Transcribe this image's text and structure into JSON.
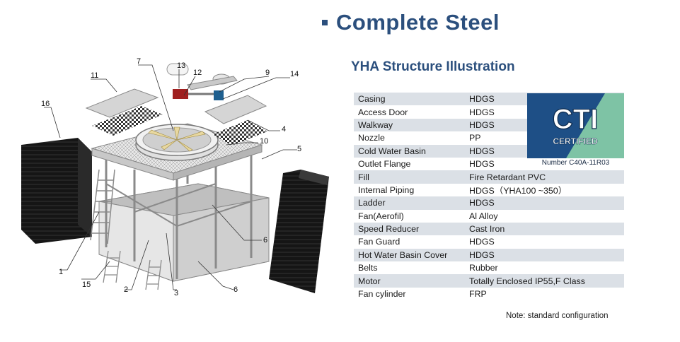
{
  "header": {
    "title": "Complete Steel",
    "subtitle": "YHA Structure Illustration"
  },
  "callouts": [
    "1",
    "2",
    "3",
    "4",
    "5",
    "6",
    "6",
    "7",
    "9",
    "10",
    "11",
    "12",
    "13",
    "14",
    "15",
    "16"
  ],
  "specs": [
    {
      "part": "Casing",
      "material": "HDGS"
    },
    {
      "part": "Access Door",
      "material": "HDGS"
    },
    {
      "part": "Walkway",
      "material": "HDGS"
    },
    {
      "part": "Nozzle",
      "material": "PP"
    },
    {
      "part": "Cold Water Basin",
      "material": "HDGS"
    },
    {
      "part": "Outlet Flange",
      "material": "HDGS"
    },
    {
      "part": "Fill",
      "material": "Fire Retardant PVC"
    },
    {
      "part": "Internal Piping",
      "material": "HDGS（YHA100 ~350）"
    },
    {
      "part": "Ladder",
      "material": "HDGS"
    },
    {
      "part": "Fan(Aerofil)",
      "material": "Al Alloy"
    },
    {
      "part": "Speed Reducer",
      "material": "Cast Iron"
    },
    {
      "part": "Fan Guard",
      "material": "HDGS"
    },
    {
      "part": "Hot Water Basin Cover",
      "material": "HDGS"
    },
    {
      "part": "Belts",
      "material": "Rubber"
    },
    {
      "part": "Motor",
      "material": "Totally Enclosed IP55,F Class"
    },
    {
      "part": "Fan cylinder",
      "material": "FRP"
    }
  ],
  "certification": {
    "logo_text": "CTI",
    "logo_subtext": "CERTIFIED",
    "number": "Number C40A-11R03"
  },
  "note": "Note: standard configuration",
  "colors": {
    "heading": "#2b4f7d",
    "row_shade": "#dbe0e6",
    "cti_blue": "#1e4f86",
    "cti_green": "#7ec3a5"
  }
}
